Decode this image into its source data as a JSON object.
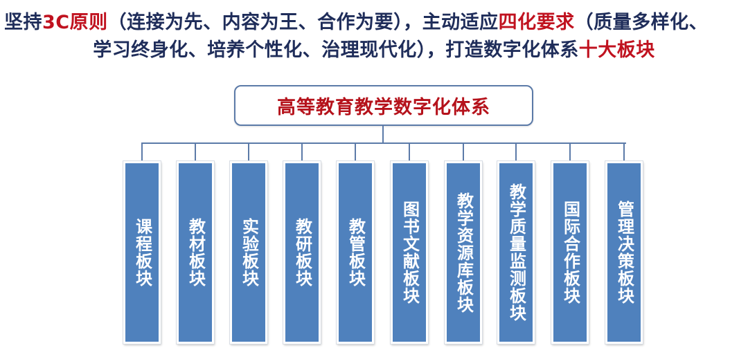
{
  "headline": {
    "line1": [
      {
        "text": "坚持",
        "highlight": false
      },
      {
        "text": "3C原则",
        "highlight": true
      },
      {
        "text": "（连接为先、内容为王、合作为要），主动适应",
        "highlight": false
      },
      {
        "text": "四化要求",
        "highlight": true
      },
      {
        "text": "（质量多样化、",
        "highlight": false
      }
    ],
    "line2": [
      {
        "text": "学习终身化、培养个性化、治理现代化），打造数字化体系",
        "highlight": false
      },
      {
        "text": "十大板块",
        "highlight": true
      }
    ]
  },
  "diagram": {
    "root": "高等教育教学数字化体系",
    "branches": [
      "课程板块",
      "教材板块",
      "实验板块",
      "教研板块",
      "教管板块",
      "图书文献板块",
      "教学资源库板块",
      "教学质量监测板块",
      "国际合作板块",
      "管理决策板块"
    ]
  },
  "colors": {
    "headline_text": "#1f2d5a",
    "highlight_red": "#c0121f",
    "root_text": "#b5121b",
    "connector": "#5b7aa8",
    "branch_fill": "#4f81bd",
    "branch_text": "#ffffff"
  }
}
